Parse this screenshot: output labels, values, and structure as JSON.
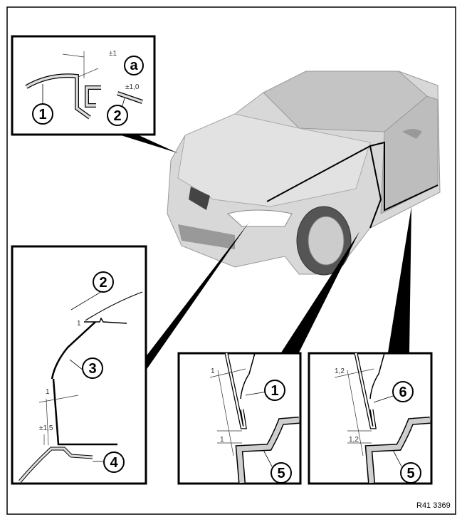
{
  "figure_id": "R41 3369",
  "detail_top": {
    "callouts": [
      "1",
      "2",
      "a"
    ],
    "dimensions": [
      "±1",
      "±1,0"
    ]
  },
  "detail_left": {
    "callouts": [
      "2",
      "3",
      "4"
    ],
    "dimensions": [
      "1",
      "1",
      "±1,5"
    ]
  },
  "detail_bottom_center": {
    "callouts": [
      "1",
      "5"
    ],
    "dimensions": [
      "1",
      "1"
    ]
  },
  "detail_bottom_right": {
    "callouts": [
      "6",
      "5"
    ],
    "dimensions": [
      "1,2",
      "1,2"
    ]
  },
  "colors": {
    "line": "#000000",
    "car_body": "#d8d8d8",
    "car_shade": "#b8b8b8",
    "seal_fill": "#cfcfcf"
  }
}
